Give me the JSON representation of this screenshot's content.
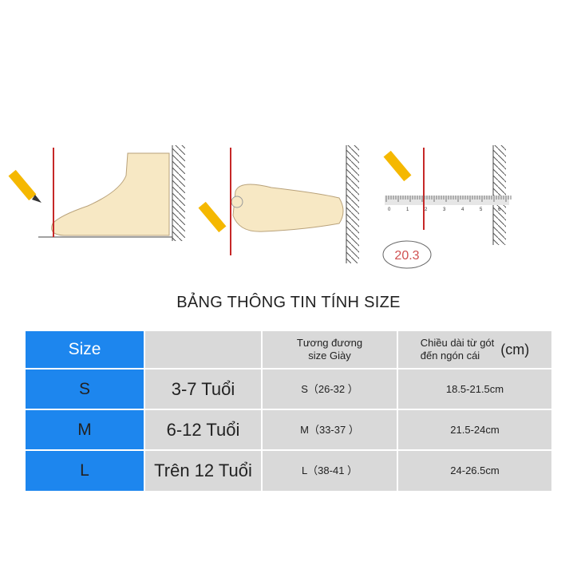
{
  "illustration": {
    "measurement_value": "20.3",
    "ruler_ticks": [
      "0",
      "1",
      "2",
      "3",
      "4",
      "5",
      "6"
    ]
  },
  "title": "BẢNG THÔNG TIN TÍNH SIZE",
  "table": {
    "headers": {
      "size": "Size",
      "age": "",
      "equiv_line1": "Tương đương",
      "equiv_line2": "size Giày",
      "length_line1": "Chiều dài từ gót",
      "length_line2": "đến ngón cái",
      "length_unit": "(cm)"
    },
    "rows": [
      {
        "size": "S",
        "age": "3-7 Tuổi",
        "equiv": "S（26-32 ）",
        "length": "18.5-21.5cm"
      },
      {
        "size": "M",
        "age": "6-12 Tuổi",
        "equiv": "M（33-37 ）",
        "length": "21.5-24cm"
      },
      {
        "size": "L",
        "age": "Trên 12 Tuổi",
        "equiv": "L（38-41 ）",
        "length": "24-26.5cm"
      }
    ],
    "colors": {
      "size_column": "#1d86ee",
      "cells": "#d9d9d9"
    }
  }
}
